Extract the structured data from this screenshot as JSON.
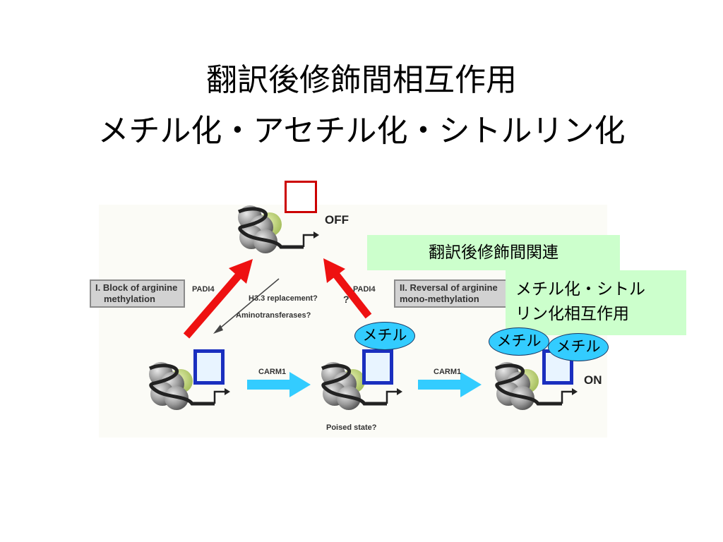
{
  "title": {
    "line1": "翻訳後修飾間相互作用",
    "line2": "メチル化・アセチル化・シトルリン化"
  },
  "figure": {
    "states": {
      "off": "OFF",
      "on": "ON",
      "poised": "Poised state?"
    },
    "box_left": {
      "line1": "I. Block of arginine",
      "line2": "methylation"
    },
    "box_right": {
      "line1": "II. Reversal of arginine",
      "line2": "mono-methylation"
    },
    "labels": {
      "padi4_left": "PADI4",
      "padi4_right": "PADI4",
      "h33": "H3.3 replacement?",
      "amino": "Aminotransferases?",
      "question": "?",
      "carm1_left": "CARM1",
      "carm1_right": "CARM1"
    },
    "colors": {
      "red_arrow": "#ee1111",
      "cyan_arrow": "#33ccff",
      "blue_box": "#1a2fbf",
      "green_box": "#ccffcc",
      "bubble": "#33ccff"
    }
  },
  "annotations": {
    "green_top": "翻訳後修飾間関連",
    "green_side": {
      "line1": "メチル化・シトル",
      "line2": "リン化相互作用"
    },
    "bubble_1": "メチル",
    "bubble_2": "メチル",
    "bubble_3": "メチル"
  }
}
